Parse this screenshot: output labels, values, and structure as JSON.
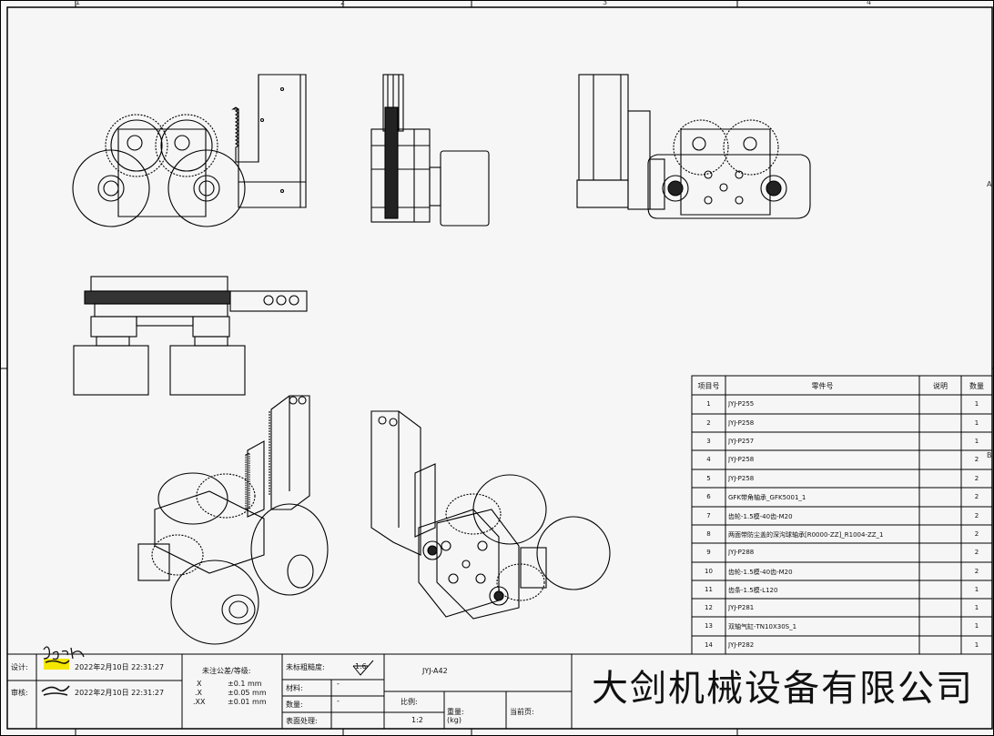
{
  "zones": {
    "top": [
      "1",
      "2",
      "3",
      "4"
    ],
    "right": [
      "A",
      "B"
    ]
  },
  "bom": {
    "headers": [
      "项目号",
      "零件号",
      "说明",
      "数量"
    ],
    "rows": [
      {
        "no": "1",
        "part": "JYJ-P255",
        "desc": "",
        "qty": "1"
      },
      {
        "no": "2",
        "part": "JYJ-P258",
        "desc": "",
        "qty": "1"
      },
      {
        "no": "3",
        "part": "JYJ-P257",
        "desc": "",
        "qty": "1"
      },
      {
        "no": "4",
        "part": "JYJ-P258",
        "desc": "",
        "qty": "2"
      },
      {
        "no": "5",
        "part": "JYJ-P258",
        "desc": "",
        "qty": "2"
      },
      {
        "no": "6",
        "part": "GFK带角轴承_GFK5001_1",
        "desc": "",
        "qty": "2"
      },
      {
        "no": "7",
        "part": "齿轮-1.5模-40齿-M20",
        "desc": "",
        "qty": "2"
      },
      {
        "no": "8",
        "part": "两面带防尘盖的深沟球轴承[R0000-ZZ]_R1004-ZZ_1",
        "desc": "",
        "qty": "2"
      },
      {
        "no": "9",
        "part": "JYJ-P288",
        "desc": "",
        "qty": "2"
      },
      {
        "no": "10",
        "part": "齿轮-1.5模-40齿-M20",
        "desc": "",
        "qty": "2"
      },
      {
        "no": "11",
        "part": "齿条-1.5模-L120",
        "desc": "",
        "qty": "1"
      },
      {
        "no": "12",
        "part": "JYJ-P281",
        "desc": "",
        "qty": "1"
      },
      {
        "no": "13",
        "part": "双轴气缸-TN10X30S_1",
        "desc": "",
        "qty": "1"
      },
      {
        "no": "14",
        "part": "JYJ-P282",
        "desc": "",
        "qty": "1"
      }
    ]
  },
  "title_block": {
    "design_label": "设计:",
    "design_date": "2022年2月10日 22:31:27",
    "review_label": "审核:",
    "review_date": "2022年2月10日 22:31:27",
    "tolerance_title": "未注公差/等级:",
    "tolerances": [
      {
        "range": "X",
        "value": "±0.1  mm"
      },
      {
        "range": ".X",
        "value": "±0.05 mm"
      },
      {
        "range": ".XX",
        "value": "±0.01 mm"
      }
    ],
    "roughness_label": "未标粗糙度:",
    "roughness_value": "1.6",
    "drawing_no": "JYJ-A42",
    "material_label": "材料:",
    "material_value": "-",
    "quantity_label": "数量:",
    "quantity_value": "-",
    "surface_label": "表面处理:",
    "scale_label": "比例:",
    "scale_value": "1:2",
    "weight_label": "重量:",
    "weight_unit": "(kg)",
    "page_label": "当前页:",
    "company": "大剑机械设备有限公司"
  }
}
